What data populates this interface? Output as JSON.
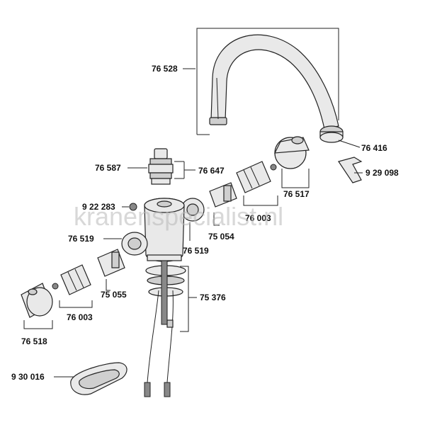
{
  "watermark": "kranenspecialist.nl",
  "parts": {
    "p76528": "76 528",
    "p76416": "76 416",
    "p929098": "9 29 098",
    "p76587": "76 587",
    "p76647": "76 647",
    "p76517": "76 517",
    "p922283": "9 22 283",
    "p76003a": "76 003",
    "p75054": "75 054",
    "p76519a": "76 519",
    "p76519b": "76 519",
    "p75055": "75 055",
    "p75376": "75 376",
    "p76003b": "76 003",
    "p76518": "76 518",
    "p930016": "9 30 016"
  }
}
